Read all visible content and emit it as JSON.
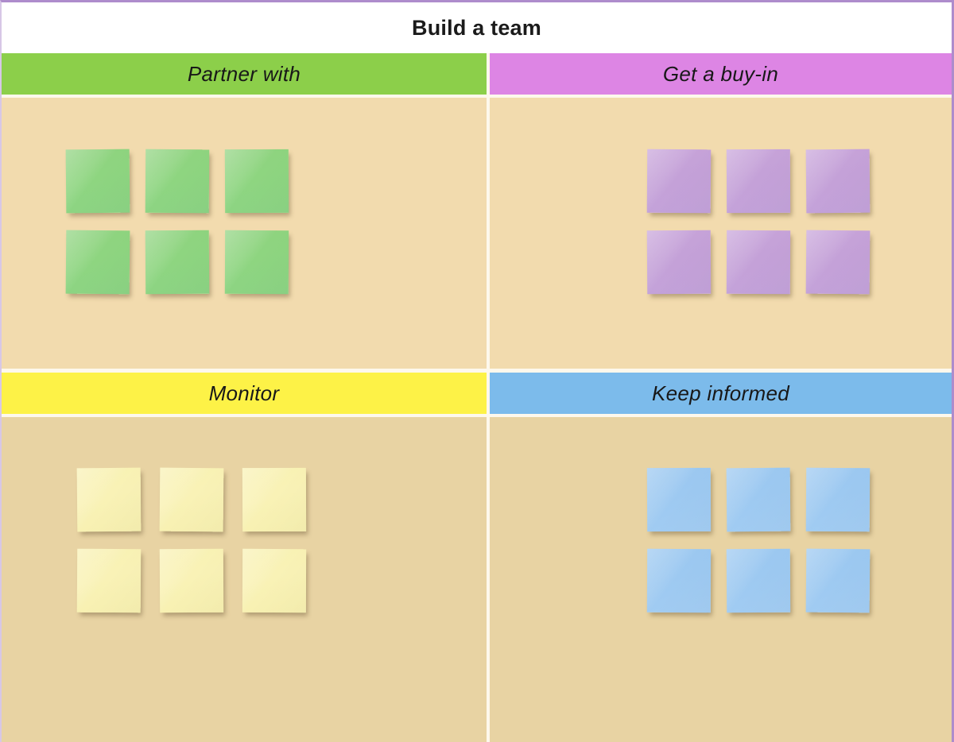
{
  "board": {
    "title": "Build a team",
    "border_color": "#ae8ccc",
    "divider_color": "#fdf8ec"
  },
  "quadrants": [
    {
      "id": "partner-with",
      "label": "Partner with",
      "header_color": "#8ccf4a",
      "body_color": "#f2dbae",
      "note_color": "#8ed580",
      "note_count": 6
    },
    {
      "id": "get-a-buy-in",
      "label": "Get a buy-in",
      "header_color": "#dd85e4",
      "body_color": "#f2dbae",
      "note_color": "#c4a1d8",
      "note_count": 6
    },
    {
      "id": "monitor",
      "label": "Monitor",
      "header_color": "#fdf247",
      "body_color": "#e8d3a3",
      "note_color": "#f9f2b6",
      "note_count": 6
    },
    {
      "id": "keep-informed",
      "label": "Keep informed",
      "header_color": "#7cbbeb",
      "body_color": "#e8d3a3",
      "note_color": "#9dc9f1",
      "note_count": 6
    }
  ],
  "notes": {
    "partner-with": [
      "",
      "",
      "",
      "",
      "",
      ""
    ],
    "get-a-buy-in": [
      "",
      "",
      "",
      "",
      "",
      ""
    ],
    "monitor": [
      "",
      "",
      "",
      "",
      "",
      ""
    ],
    "keep-informed": [
      "",
      "",
      "",
      "",
      "",
      ""
    ]
  }
}
